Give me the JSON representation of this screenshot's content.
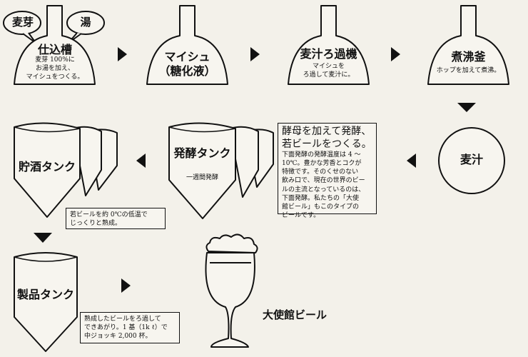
{
  "bubbles": {
    "malt": "麦芽",
    "hot_water": "湯"
  },
  "steps": {
    "mash_tun": {
      "title": "仕込槽",
      "desc": [
        "麦芽 100%に",
        "お湯を加え、",
        "マイシュをつくる。"
      ]
    },
    "maische": {
      "title_line1": "マイシュ",
      "title_line2": "（糖化液）"
    },
    "lauter_tun": {
      "title": "麦汁ろ過機",
      "desc": [
        "マイシュを",
        "ろ過して麦汁に。"
      ]
    },
    "boil_kettle": {
      "title": "煮沸釜",
      "desc": [
        "ホップを加えて煮沸。"
      ]
    },
    "wort": {
      "title": "麦汁"
    },
    "fermentation_tank": {
      "title": "発酵タンク",
      "desc": "一週間発酵"
    },
    "storage_tank": {
      "title": "貯酒タンク"
    },
    "product_tank": {
      "title": "製品タンク"
    },
    "final": {
      "title": "大使館ビール"
    }
  },
  "notes": {
    "yeast": {
      "heading": [
        "酵母を加えて発酵、",
        "若ビールをつくる。"
      ],
      "body": [
        "下面発酵の発酵温度は 4 ～",
        "10℃。豊かな芳香とコクが",
        "特徴です。そのくせのない",
        "飲み口で、現在の世界のビー",
        "ルの主流となっているのは、",
        "下面発酵。私たちの「大使",
        "館ビール」もこのタイプの",
        "ビールです。"
      ]
    },
    "maturation": [
      "若ビールを約 0℃の低温で",
      "じっくりと熟成。"
    ],
    "filtration": [
      "熟成したビールをろ過して",
      "できあがり。1 基（1k ℓ）で",
      "中ジョッキ 2,000 杯。"
    ]
  }
}
